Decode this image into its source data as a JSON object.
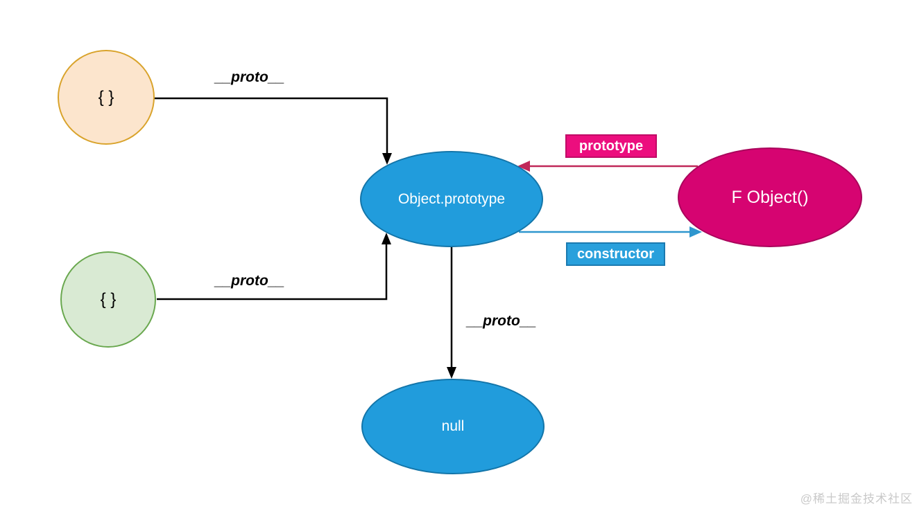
{
  "diagram": {
    "type": "prototype-chain",
    "nodes": {
      "object_literal_1": {
        "label": "{ }",
        "fill": "#FCE5CD",
        "border": "#D9A32B",
        "text_color": "#000000"
      },
      "object_literal_2": {
        "label": "{ }",
        "fill": "#D9EAD3",
        "border": "#6AA84F",
        "text_color": "#000000"
      },
      "object_prototype": {
        "label": "Object.prototype",
        "fill": "#219CDC",
        "border": "#1375A9",
        "text_color": "#FFFFFF"
      },
      "f_object": {
        "label": "F Object()",
        "fill": "#D60471",
        "border": "#A9045B",
        "text_color": "#FFFFFF"
      },
      "null_node": {
        "label": "null",
        "fill": "#219CDC",
        "border": "#1375A9",
        "text_color": "#FFFFFF"
      }
    },
    "edges": {
      "proto_from_literal_1": {
        "label": "__proto__",
        "color": "#000000",
        "from": "object_literal_1",
        "to": "object_prototype"
      },
      "proto_from_literal_2": {
        "label": "__proto__",
        "color": "#000000",
        "from": "object_literal_2",
        "to": "object_prototype"
      },
      "proto_to_null": {
        "label": "__proto__",
        "color": "#000000",
        "from": "object_prototype",
        "to": "null_node"
      },
      "prototype_edge": {
        "label": "prototype",
        "badge_bg": "#EC0E7E",
        "arrow_color": "#C02859",
        "text_color": "#FFFFFF",
        "from": "f_object",
        "to": "object_prototype"
      },
      "constructor_edge": {
        "label": "constructor",
        "badge_bg": "#29A0DC",
        "arrow_color": "#2E96CE",
        "text_color": "#FFFFFF",
        "from": "object_prototype",
        "to": "f_object"
      }
    },
    "watermark": "@稀土掘金技术社区"
  }
}
